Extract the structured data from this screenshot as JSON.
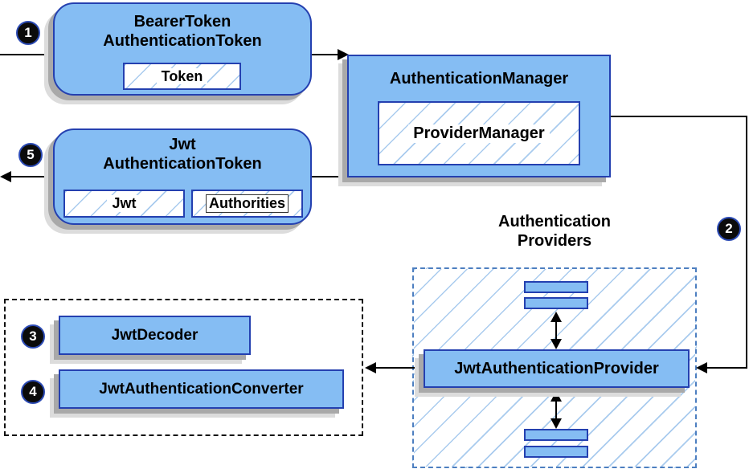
{
  "badges": [
    "1",
    "2",
    "3",
    "4",
    "5"
  ],
  "nodes": {
    "bearer_token": {
      "title_line1": "BearerToken",
      "title_line2": "AuthenticationToken",
      "field": "Token"
    },
    "authentication_manager": {
      "title": "AuthenticationManager",
      "implementation": "ProviderManager"
    },
    "jwt_authentication_token": {
      "title_line1": "Jwt",
      "title_line2": "AuthenticationToken",
      "field_jwt": "Jwt",
      "field_authorities": "Authorities"
    },
    "authentication_providers_group": {
      "title_line1": "Authentication",
      "title_line2": "Providers"
    },
    "jwt_authentication_provider": {
      "label": "JwtAuthenticationProvider"
    },
    "jwt_decoder": {
      "label": "JwtDecoder"
    },
    "jwt_authentication_converter": {
      "label": "JwtAuthenticationConverter"
    }
  },
  "colors": {
    "node_fill": "#85bdf3",
    "node_border": "#2440b0",
    "hatch_line": "#a9cbee",
    "providers_dash_border": "#4d7fc0",
    "converter_dash_border": "#111111",
    "shadow_dark": "#a9a9a9",
    "shadow_light": "#dcdcdc",
    "arrow": "#000000",
    "badge_bg": "#0b0b0b",
    "badge_text": "#ffffff"
  }
}
